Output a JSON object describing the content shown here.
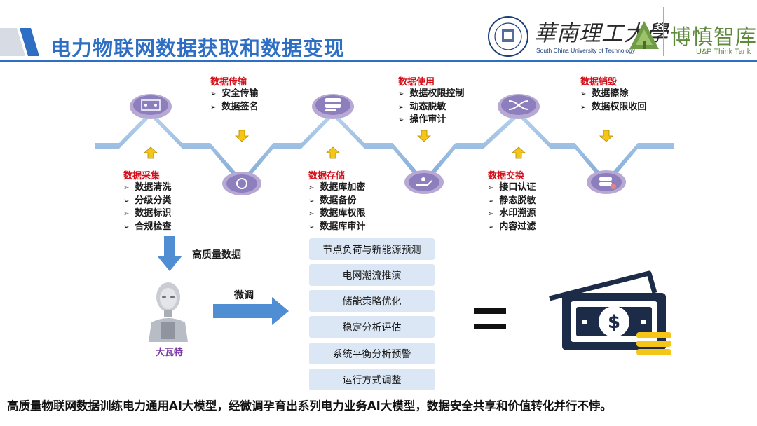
{
  "header": {
    "title": "电力物联网数据获取和数据变现",
    "university_cn": "華南理工大學",
    "university_en": "South China University of Technology",
    "think_tank_cn": "博慎智库",
    "think_tank_en": "U&P Think Tank"
  },
  "lifecycle": {
    "transfer": {
      "title": "数据传输",
      "items": [
        "安全传输",
        "数据签名"
      ]
    },
    "usage": {
      "title": "数据使用",
      "items": [
        "数据权限控制",
        "动态脱敏",
        "操作审计"
      ]
    },
    "destroy": {
      "title": "数据销毁",
      "items": [
        "数据擦除",
        "数据权限收回"
      ]
    },
    "collect": {
      "title": "数据采集",
      "items": [
        "数据清洗",
        "分级分类",
        "数据标识",
        "合规检查"
      ]
    },
    "storage": {
      "title": "数据存储",
      "items": [
        "数据库加密",
        "数据备份",
        "数据库权限",
        "数据库审计"
      ]
    },
    "exchange": {
      "title": "数据交换",
      "items": [
        "接口认证",
        "静态脱敏",
        "水印溯源",
        "内容过滤"
      ]
    }
  },
  "flow": {
    "high_quality_label": "高质量数据",
    "finetune_label": "微调",
    "model_name": "大瓦特"
  },
  "applications": [
    "节点负荷与新能源预测",
    "电网潮流推演",
    "储能策略优化",
    "稳定分析评估",
    "系统平衡分析预警",
    "运行方式调整"
  ],
  "conclusion": "高质量物联网数据训练电力通用AI大模型，经微调孕育出系列电力业务AI大模型，数据安全共享和价值转化并行不悖。",
  "colors": {
    "title": "#2e6fc4",
    "stage_title": "#d40f1a",
    "band": "#9cc0e4",
    "arrow_yellow": "#f5c518",
    "money": "#1c2b48",
    "coins": "#f5c518",
    "app_box": "#dbe7f5"
  }
}
